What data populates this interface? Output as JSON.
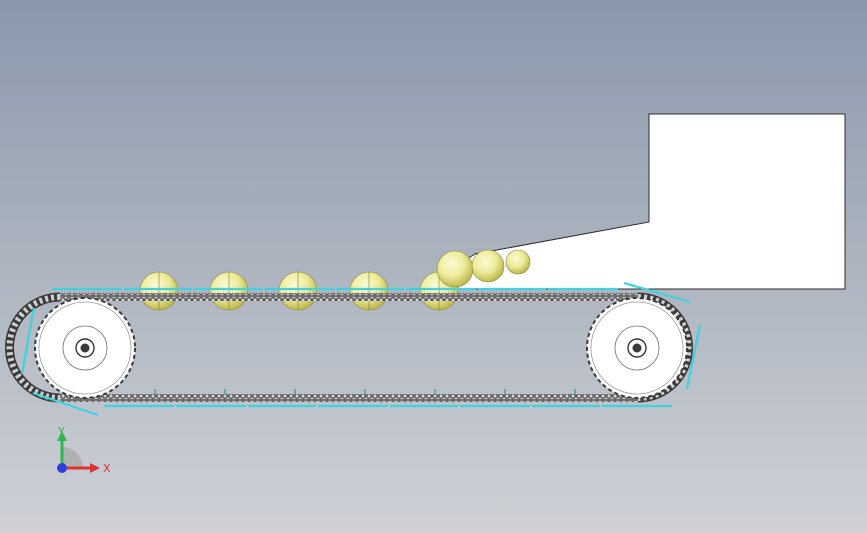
{
  "viewport": {
    "background_top": "#8a98ad",
    "background_bottom": "#cfd1d6"
  },
  "model": {
    "description_icons": [
      "conveyor-chain",
      "sprocket-left",
      "sprocket-right",
      "hopper",
      "ball"
    ],
    "colors": {
      "slat": "#3fd2e0",
      "hopper_fill": "#ffffff",
      "hopper_stroke": "#333333",
      "ball_light": "#f6f6b0",
      "ball_dark": "#c9c75a",
      "sprocket_fill": "#ffffff",
      "chain_dark": "#3c3c3c",
      "chain_light": "#d8d8d8"
    }
  },
  "triad": {
    "x_label": "X",
    "y_label": "Y",
    "x_color": "#e03131",
    "y_color": "#2fb84a",
    "z_color": "#2f3ee0"
  }
}
